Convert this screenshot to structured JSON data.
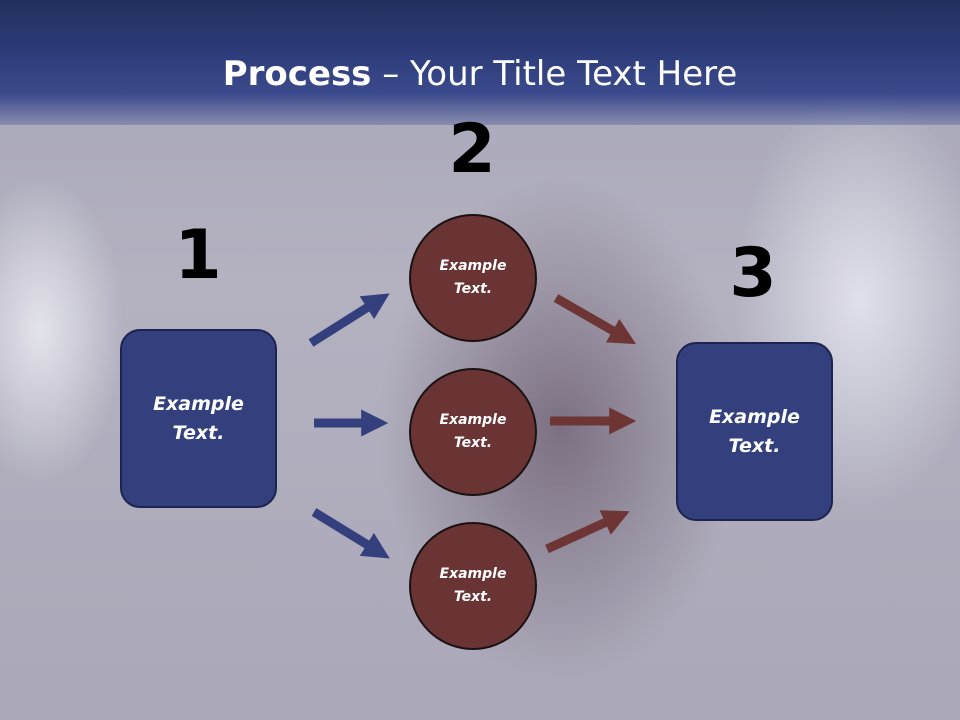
{
  "slide": {
    "title_bold": "Process",
    "title_rest": " – Your Title Text Here"
  },
  "steps": {
    "num1": "1",
    "num2": "2",
    "num3": "3"
  },
  "left_box": {
    "label": "Example\nText."
  },
  "right_box": {
    "label": "Example\nText."
  },
  "circles": [
    {
      "label": "Example\nText."
    },
    {
      "label": "Example\nText."
    },
    {
      "label": "Example\nText."
    }
  ],
  "colors": {
    "blue": "#33407d",
    "maroon": "#6a3434",
    "blue_arrow": "#33407d",
    "maroon_arrow": "#6e3535"
  }
}
